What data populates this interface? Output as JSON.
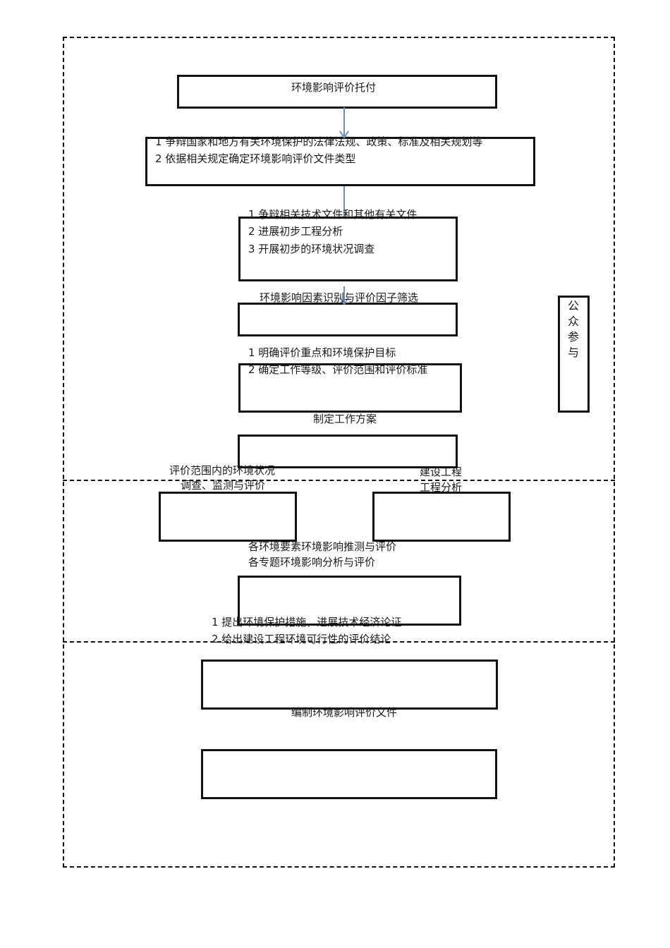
{
  "step1": {
    "label": "环境影响评价托付"
  },
  "step2": {
    "line1": "1 争辩国家和地方有关环境保护的法律法规、政策、标准及相关规划等",
    "line2": "2 依据相关规定确定环境影响评价文件类型"
  },
  "step3": {
    "line1": "1 争辩相关技术文件和其他有关文件",
    "line2": "2 进展初步工程分析",
    "line3": "3 开展初步的环境状况调查"
  },
  "step4": {
    "label": "环境影响因素识别与评价因子筛选"
  },
  "step5": {
    "line1": "1 明确评价重点和环境保护目标",
    "line2": "2 确定工作等级、评价范围和评价标准"
  },
  "step6": {
    "label": "制定工作方案"
  },
  "left_branch": {
    "line1": "评价范围内的环境状况",
    "line2": "调查、监测与评价"
  },
  "right_branch": {
    "line1": "建设工程",
    "line2": "工程分析"
  },
  "step8": {
    "line1": "各环境要素环境影响推测与评价",
    "line2": "各专题环境影响分析与评价"
  },
  "step9": {
    "line1": "1 提出环境保护措施，进展技术经济论证",
    "line2": "2 给出建设工程环境可行性的评价结论"
  },
  "step10": {
    "label": "编制环境影响评价文件"
  },
  "side": {
    "c1": "公",
    "c2": "众",
    "c3": "参",
    "c4": "与"
  },
  "colors": {
    "border": "#111111",
    "arrow": "#6b8fb8"
  }
}
